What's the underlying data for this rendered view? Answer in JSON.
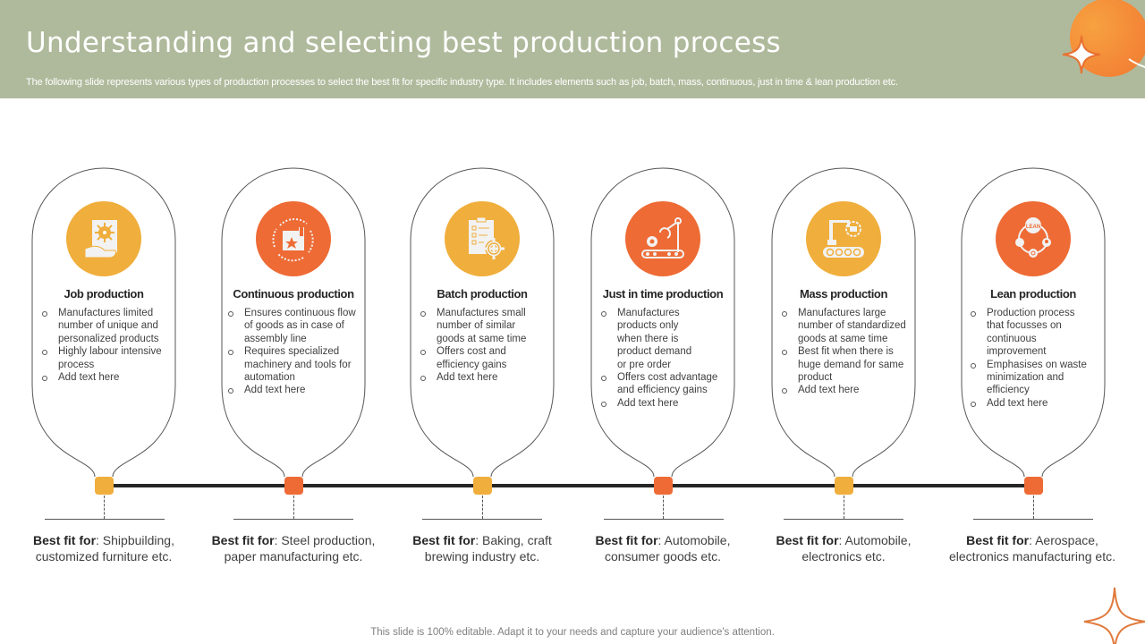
{
  "header": {
    "title": "Understanding and selecting best production process",
    "subtitle": "The following slide represents various types of production processes to select the best fit for specific industry type.  It includes elements such as job, batch, mass, continuous, just in time & lean production etc."
  },
  "colors": {
    "header_bg": "#AFBA9C",
    "accent_yellow": "#F0AE3C",
    "accent_orange": "#EE6B35",
    "timeline": "#262626"
  },
  "processes": [
    {
      "title": "Job production",
      "icon": "hand-gear-document-icon",
      "color": "#F0AE3C",
      "bullets": [
        "Manufactures limited number of unique and personalized products",
        "Highly labour intensive process",
        "Add text here"
      ],
      "bestfit_label": "Best fit for",
      "bestfit_line1": ": Shipbuilding,",
      "bestfit_line2": "customized furniture etc."
    },
    {
      "title": "Continuous production",
      "icon": "cycle-box-star-icon",
      "color": "#EE6B35",
      "bullets": [
        "Ensures continuous flow of goods as in case of assembly line",
        "Requires specialized machinery and tools for automation",
        "Add text here"
      ],
      "bestfit_label": "Best fit for",
      "bestfit_line1": ": Steel production,",
      "bestfit_line2": "paper manufacturing etc."
    },
    {
      "title": "Batch production",
      "icon": "clipboard-gear-icon",
      "color": "#F0AE3C",
      "bullets": [
        "Manufactures small number of similar goods at same time",
        "Offers cost and efficiency gains",
        "Add text here"
      ],
      "bestfit_label": "Best fit for",
      "bestfit_line1": ": Baking, craft",
      "bestfit_line2": "brewing industry etc."
    },
    {
      "title": "Just in time production",
      "icon": "robot-arm-conveyor-icon",
      "color": "#EE6B35",
      "bullets": [
        "Manufactures products only when there is product demand or pre order",
        "Offers cost advantage and efficiency gains",
        "Add text here"
      ],
      "bestfit_label": "Best fit for",
      "bestfit_line1": ": Automobile,",
      "bestfit_line2": "consumer goods etc."
    },
    {
      "title": "Mass production",
      "icon": "factory-machine-conveyor-icon",
      "color": "#F0AE3C",
      "bullets": [
        "Manufactures large number of standardized goods at same time",
        "Best fit when there is huge demand for same product",
        "Add text here"
      ],
      "bestfit_label": "Best fit for",
      "bestfit_line1": ": Automobile,",
      "bestfit_line2": "electronics etc."
    },
    {
      "title": "Lean production",
      "icon": "lean-cycle-icon",
      "color": "#EE6B35",
      "bullets": [
        "Production process that focusses on continuous improvement",
        "Emphasises on waste minimization and efficiency",
        "Add text here"
      ],
      "bestfit_label": "Best fit for",
      "bestfit_line1": ": Aerospace,",
      "bestfit_line2": "electronics manufacturing etc."
    }
  ],
  "lean_icon_label": "LEAN",
  "footer": {
    "note": "This slide is 100% editable. Adapt it to your needs and capture your audience's attention."
  }
}
